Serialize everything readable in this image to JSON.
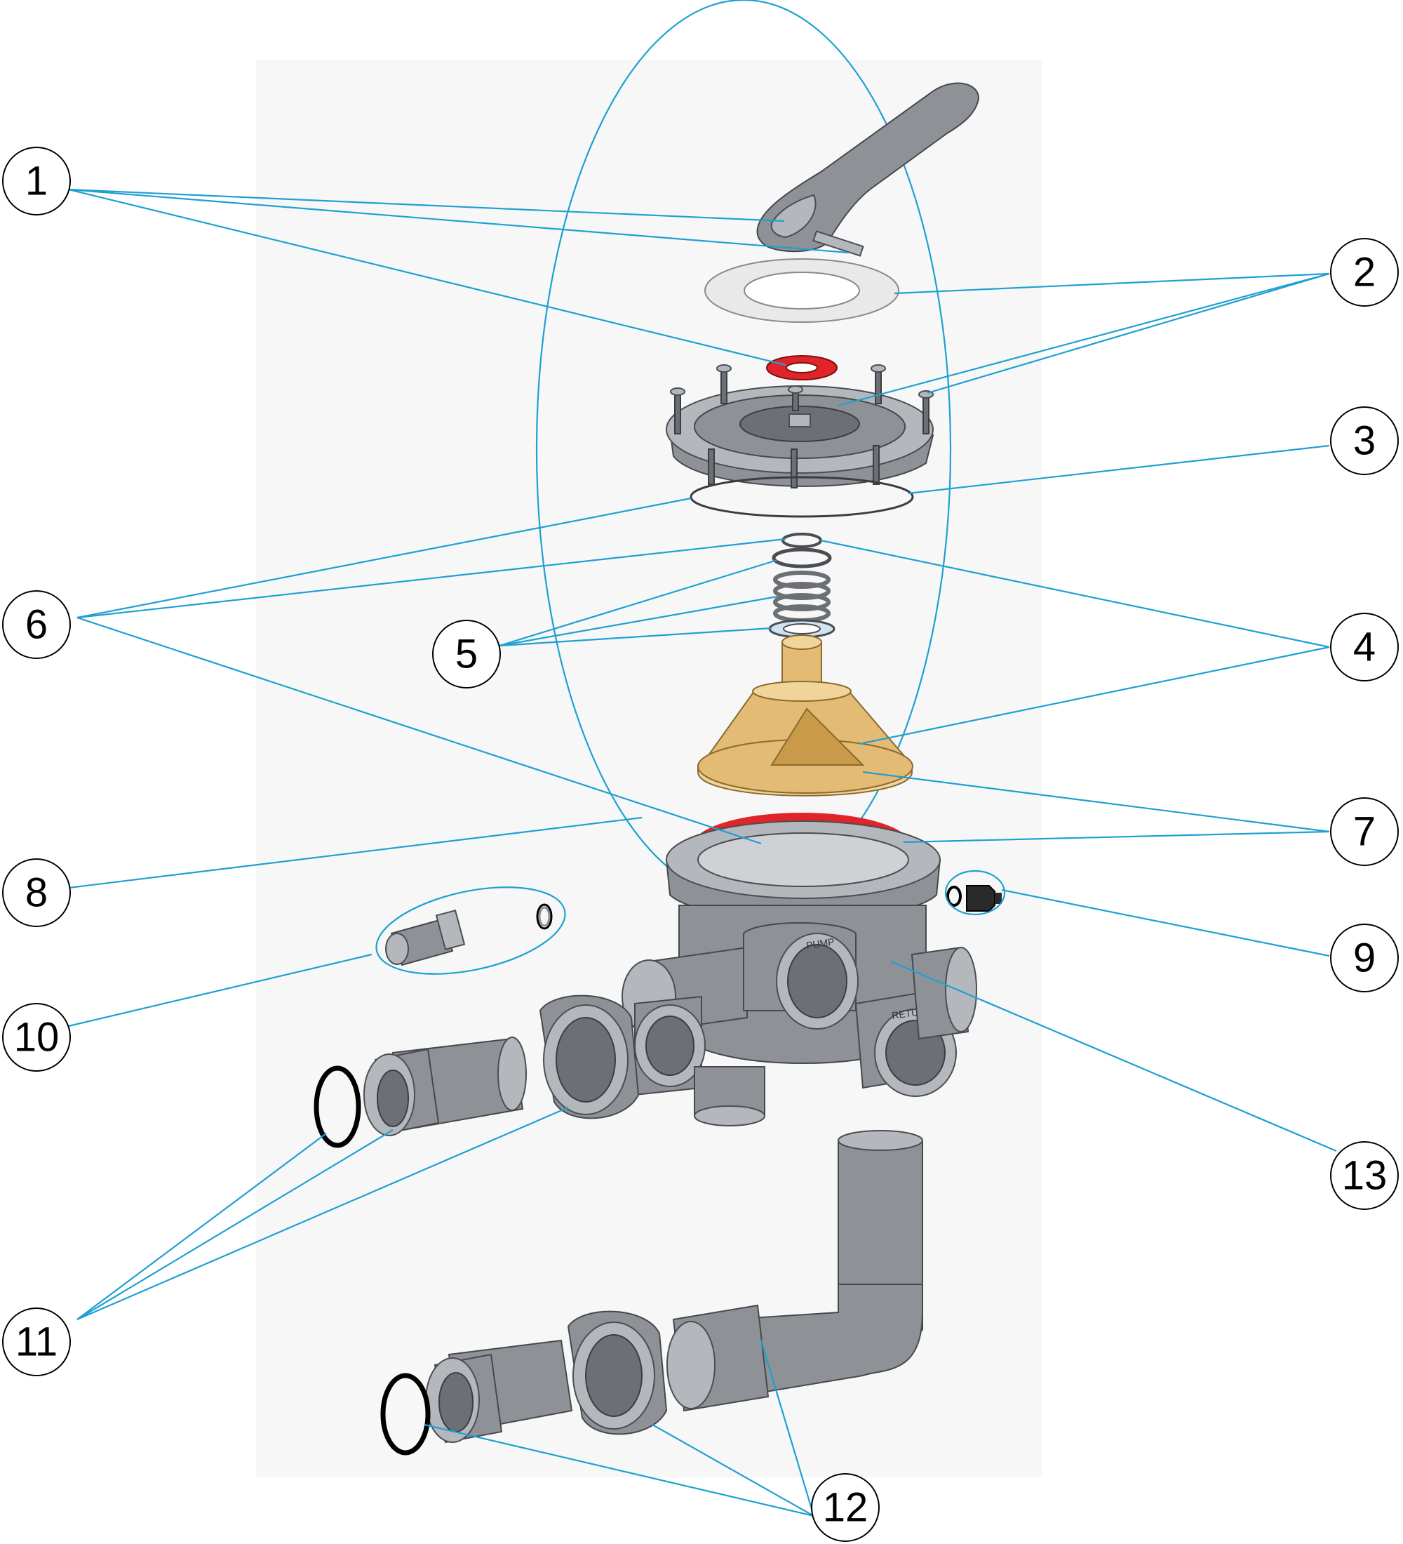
{
  "callouts": [
    "1",
    "2",
    "3",
    "4",
    "5",
    "6",
    "7",
    "8",
    "9",
    "10",
    "11",
    "12",
    "13"
  ],
  "valve_labels": {
    "pump": "PUMP",
    "return": "RETURN"
  },
  "colors": {
    "leader": "#1ea0d2",
    "part_grey": "#8e9196",
    "part_tan": "#e3bb74",
    "seal_red": "#e0242a",
    "oring_black": "#000000"
  }
}
